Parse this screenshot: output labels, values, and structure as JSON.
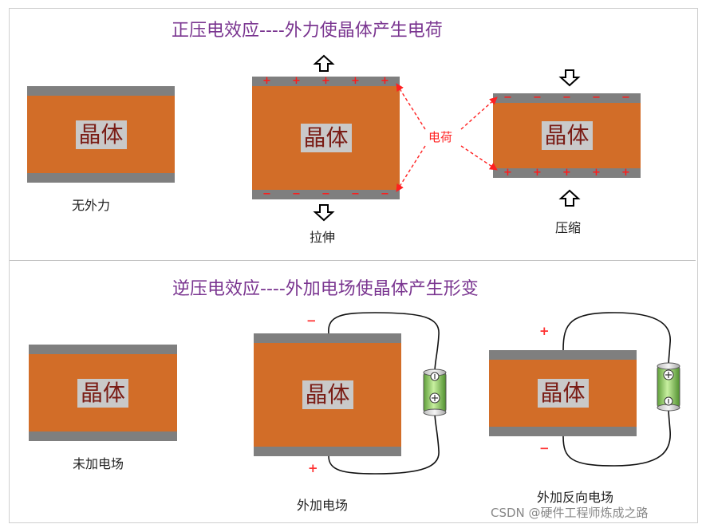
{
  "top_section": {
    "title": "正压电效应----外力使晶体产生电荷",
    "crystal_label": "晶体",
    "no_force_label": "无外力",
    "stretch_label": "拉伸",
    "compress_label": "压缩",
    "charge_label": "电荷",
    "plus_sign": "+",
    "minus_sign": "−"
  },
  "bottom_section": {
    "title": "逆压电效应----外加电场使晶体产生形变",
    "crystal_label": "晶体",
    "no_field_label": "未加电场",
    "field_label": "外加电场",
    "reverse_field_label": "外加反向电场",
    "plus_sign": "+",
    "minus_sign": "−"
  },
  "watermark": "CSDN @硬件工程师炼成之路",
  "colors": {
    "crystal": "#d26d28",
    "plate": "#7f7f7f",
    "tag_bg": "#c9c9c9",
    "charge": "#ff1a1a",
    "title": "#7a3590"
  }
}
